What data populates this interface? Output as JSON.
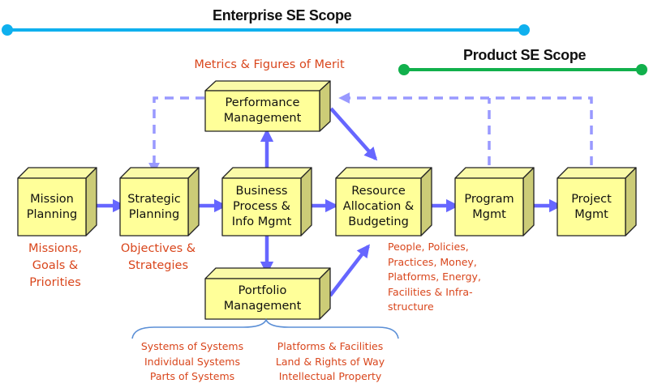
{
  "colors": {
    "enterprise_scope": "#0fb0ee",
    "product_scope": "#11b04c",
    "box_front": "#ffff99",
    "box_top": "#fafaa8",
    "box_side": "#cccc77",
    "box_outline": "#222222",
    "flow_arrow": "#6666ff",
    "feedback_dashed": "#9999ff",
    "annotation_text": "#d9461c",
    "brace": "#5b8fd6"
  },
  "scopes": {
    "enterprise": {
      "title": "Enterprise SE Scope"
    },
    "product": {
      "title": "Product SE Scope"
    }
  },
  "boxes": {
    "mission_planning": {
      "label": "Mission\nPlanning"
    },
    "strategic_planning": {
      "label": "Strategic\nPlanning"
    },
    "business_process": {
      "label": "Business\nProcess &\nInfo Mgmt"
    },
    "resource_allocation": {
      "label": "Resource\nAllocation &\nBudgeting"
    },
    "program_mgmt": {
      "label": "Program\nMgmt"
    },
    "project_mgmt": {
      "label": "Project\nMgmt"
    },
    "performance_mgmt": {
      "label": "Performance\nManagement"
    },
    "portfolio_mgmt": {
      "label": "Portfolio\nManagement"
    }
  },
  "annotations": {
    "metrics": "Metrics & Figures of Merit",
    "missions": "Missions,\nGoals &\nPriorities",
    "objectives": "Objectives &\nStrategies",
    "resources": "People, Policies,\nPractices, Money,\nPlatforms, Energy,\nFacilities & Infra-\nstructure",
    "portfolio_systems": "Systems of Systems\nIndividual Systems\nParts of Systems",
    "portfolio_assets": "Platforms & Facilities\nLand & Rights of Way\nIntellectual Property"
  },
  "connections": [
    {
      "from": "Mission Planning",
      "to": "Strategic Planning",
      "style": "solid"
    },
    {
      "from": "Strategic Planning",
      "to": "Business Process & Info Mgmt",
      "style": "solid"
    },
    {
      "from": "Business Process & Info Mgmt",
      "to": "Resource Allocation & Budgeting",
      "style": "solid"
    },
    {
      "from": "Resource Allocation & Budgeting",
      "to": "Program Mgmt",
      "style": "solid"
    },
    {
      "from": "Program Mgmt",
      "to": "Project Mgmt",
      "style": "solid"
    },
    {
      "from": "Business Process & Info Mgmt",
      "to": "Performance Management",
      "style": "solid"
    },
    {
      "from": "Business Process & Info Mgmt",
      "to": "Portfolio Management",
      "style": "solid"
    },
    {
      "from": "Performance Management",
      "to": "Resource Allocation & Budgeting",
      "style": "solid"
    },
    {
      "from": "Portfolio Management",
      "to": "Resource Allocation & Budgeting",
      "style": "solid"
    },
    {
      "from": "Performance Management",
      "to": "Strategic Planning",
      "style": "dashed"
    },
    {
      "from": "Program Mgmt",
      "to": "Performance Management",
      "style": "dashed"
    },
    {
      "from": "Project Mgmt",
      "to": "Performance Management",
      "style": "dashed"
    }
  ]
}
